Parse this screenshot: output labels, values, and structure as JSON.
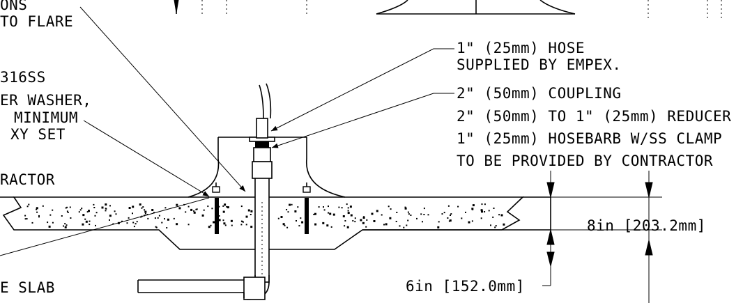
{
  "callouts": {
    "top_left_1": "ONS",
    "top_left_2": "TO FLARE",
    "hose_1": "1\" (25mm) HOSE",
    "hose_2": "SUPPLIED BY EMPEX.",
    "coupling_1": "2\" (50mm) COUPLING",
    "coupling_2": "2\" (50mm) TO 1\" (25mm) REDUCER",
    "coupling_3": "1\" (25mm) HOSEBARB W/SS CLAMP",
    "coupling_4": "TO BE PROVIDED BY CONTRACTOR",
    "anchor_1": "316SS",
    "anchor_2": "ER WASHER,",
    "anchor_3": "MINIMUM",
    "anchor_4": "XY SET",
    "contractor": "RACTOR",
    "slab": "E SLAB"
  },
  "dimensions": {
    "slab_thickness": "8in [203.2mm]",
    "pipe_depth": "6in [152.0mm]"
  }
}
